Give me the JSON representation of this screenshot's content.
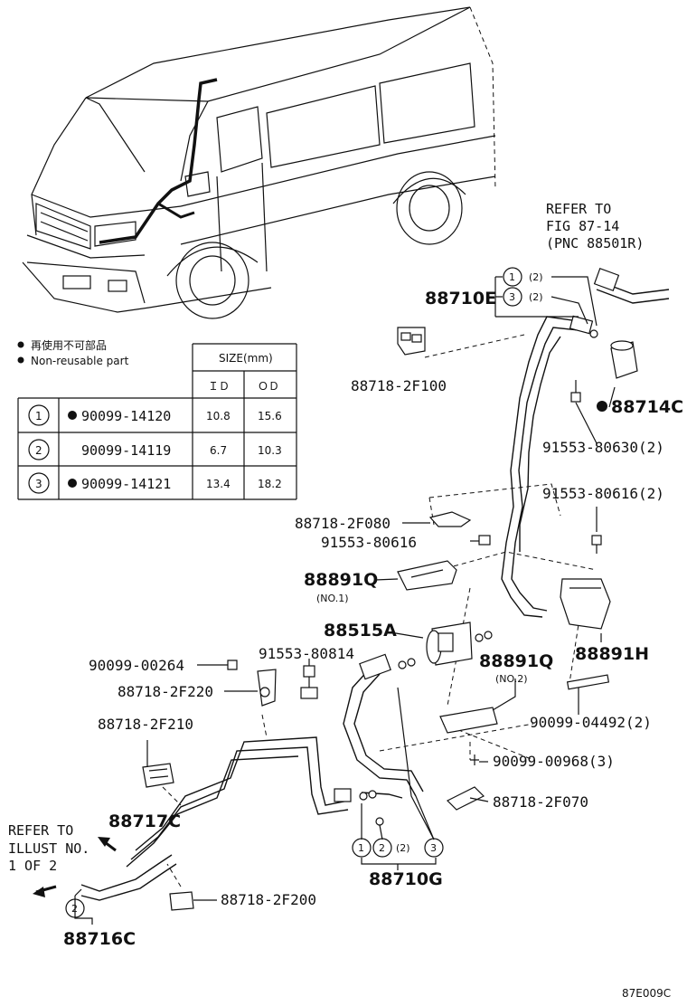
{
  "legend": {
    "marker_jp": "再使用不可部品",
    "marker_en": "Non-reusable part"
  },
  "size_table": {
    "header": "SIZE(mm)",
    "col_id": "ＩＤ",
    "col_od": "ＯＤ",
    "rows": [
      {
        "num": "1",
        "part": "90099-14120",
        "non_reusable": true,
        "id": "10.8",
        "od": "15.6"
      },
      {
        "num": "2",
        "part": "90099-14119",
        "non_reusable": false,
        "id": "6.7",
        "od": "10.3"
      },
      {
        "num": "3",
        "part": "90099-14121",
        "non_reusable": true,
        "id": "13.4",
        "od": "18.2"
      }
    ]
  },
  "refs": {
    "top": [
      "REFER TO",
      "FIG 87-14",
      "(PNC 88501R)"
    ],
    "left": [
      "REFER TO",
      "ILLUST NO.",
      "1 OF 2"
    ]
  },
  "labels": {
    "p88710E": "88710E",
    "p88710E_c1": "1",
    "p88710E_c1q": "(2)",
    "p88710E_c3": "3",
    "p88710E_c3q": "(2)",
    "p88718_2F100": "88718-2F100",
    "p88714C": "88714C",
    "p91553_80630": "91553-80630(2)",
    "p91553_80616_2": "91553-80616(2)",
    "p88718_2F080": "88718-2F080",
    "p91553_80616": "91553-80616",
    "p88891Q_1": "88891Q",
    "p88891Q_1_sub": "(NO.1)",
    "p88515A": "88515A",
    "p88891Q_2": "88891Q",
    "p88891Q_2_sub": "(NO.2)",
    "p88891H": "88891H",
    "p90099_00264": "90099-00264",
    "p91553_80814": "91553-80814",
    "p88718_2F220": "88718-2F220",
    "p90099_04492": "90099-04492(2)",
    "p88718_2F210": "88718-2F210",
    "p90099_00968": "90099-00968(3)",
    "p88718_2F070": "88718-2F070",
    "p88717C": "88717C",
    "p88710G": "88710G",
    "p88710G_c1": "1",
    "p88710G_c2": "2",
    "p88710G_c2q": "(2)",
    "p88710G_c3": "3",
    "p88718_2F200": "88718-2F200",
    "p88716C": "88716C",
    "p88716C_c2": "2",
    "figure_code": "87E009C"
  }
}
